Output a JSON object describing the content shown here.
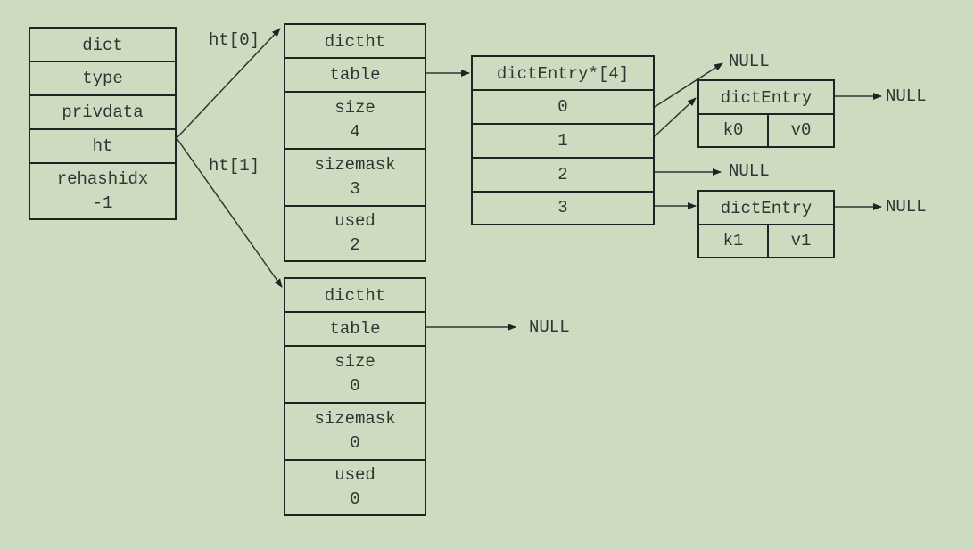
{
  "dict": {
    "fields": [
      "dict",
      "type",
      "privdata",
      "ht"
    ],
    "rehashidx_label": "rehashidx",
    "rehashidx_value": "-1"
  },
  "ht_labels": [
    "ht[0]",
    "ht[1]"
  ],
  "ht0": {
    "header": "dictht",
    "table": "table",
    "size_label": "size",
    "size_value": "4",
    "sizemask_label": "sizemask",
    "sizemask_value": "3",
    "used_label": "used",
    "used_value": "2"
  },
  "ht1": {
    "header": "dictht",
    "table": "table",
    "size_label": "size",
    "size_value": "0",
    "sizemask_label": "sizemask",
    "sizemask_value": "0",
    "used_label": "used",
    "used_value": "0"
  },
  "array": {
    "header": "dictEntry*[4]",
    "slots": [
      "0",
      "1",
      "2",
      "3"
    ]
  },
  "entry0": {
    "header": "dictEntry",
    "key": "k0",
    "value": "v0"
  },
  "entry1": {
    "header": "dictEntry",
    "key": "k1",
    "value": "v1"
  },
  "null_label": "NULL"
}
